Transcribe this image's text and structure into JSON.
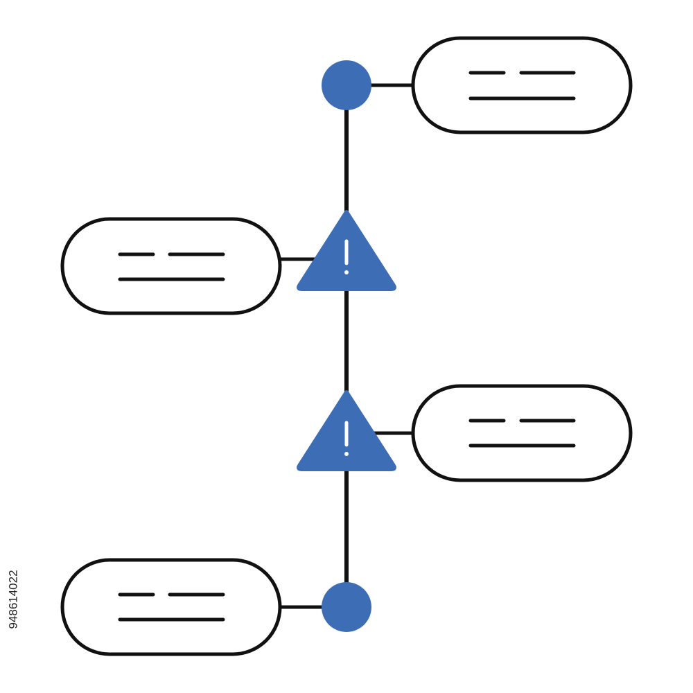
{
  "colors": {
    "accent": "#3d6db5",
    "stroke": "#111111",
    "background": "#ffffff"
  },
  "timeline": {
    "nodes": [
      {
        "shape": "circle",
        "icon": "circle-node-icon",
        "side": "right"
      },
      {
        "shape": "warning-triangle",
        "icon": "warning-icon",
        "side": "left"
      },
      {
        "shape": "warning-triangle",
        "icon": "warning-icon",
        "side": "right"
      },
      {
        "shape": "circle",
        "icon": "circle-node-icon",
        "side": "left"
      }
    ]
  },
  "watermark": {
    "stock_id": "948614022"
  }
}
